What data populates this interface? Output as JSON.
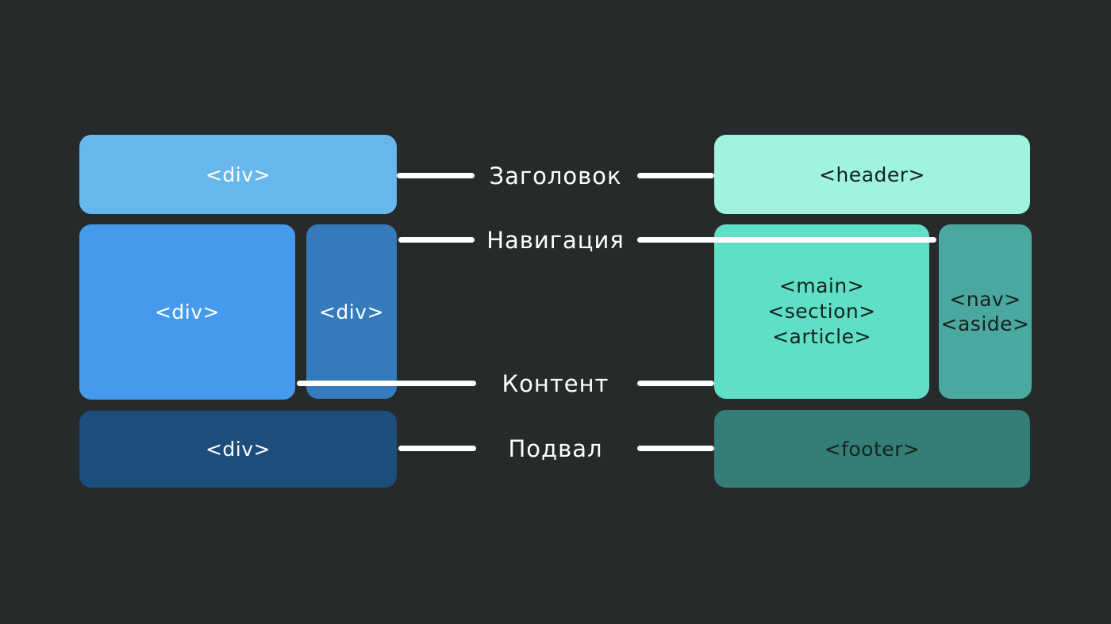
{
  "diagram": {
    "background": "#262a2a",
    "connector_color": "#ffffff",
    "light_text_color": "#ffffff",
    "dark_text_color": "#14231f"
  },
  "div_layout": {
    "header": {
      "tag": "<div>",
      "color": "#68b7ec"
    },
    "content": {
      "tag": "<div>",
      "color": "#469aee"
    },
    "sidebar": {
      "tag": "<div>",
      "color": "#347abc"
    },
    "footer": {
      "tag": "<div>",
      "color": "#1c4d7b"
    }
  },
  "semantic_layout": {
    "header": {
      "tag": "<header>",
      "color": "#9ff3e0"
    },
    "content": {
      "tags": [
        "<main>",
        "<section>",
        "<article>"
      ],
      "color": "#5fdfc6"
    },
    "sidebar": {
      "tags": [
        "<nav>",
        "<aside>"
      ],
      "color": "#4aa8a0"
    },
    "footer": {
      "tag": "<footer>",
      "color": "#347e77"
    }
  },
  "row_labels": {
    "header": "Заголовок",
    "navigation": "Навигация",
    "content": "Контент",
    "footer": "Подвал"
  }
}
